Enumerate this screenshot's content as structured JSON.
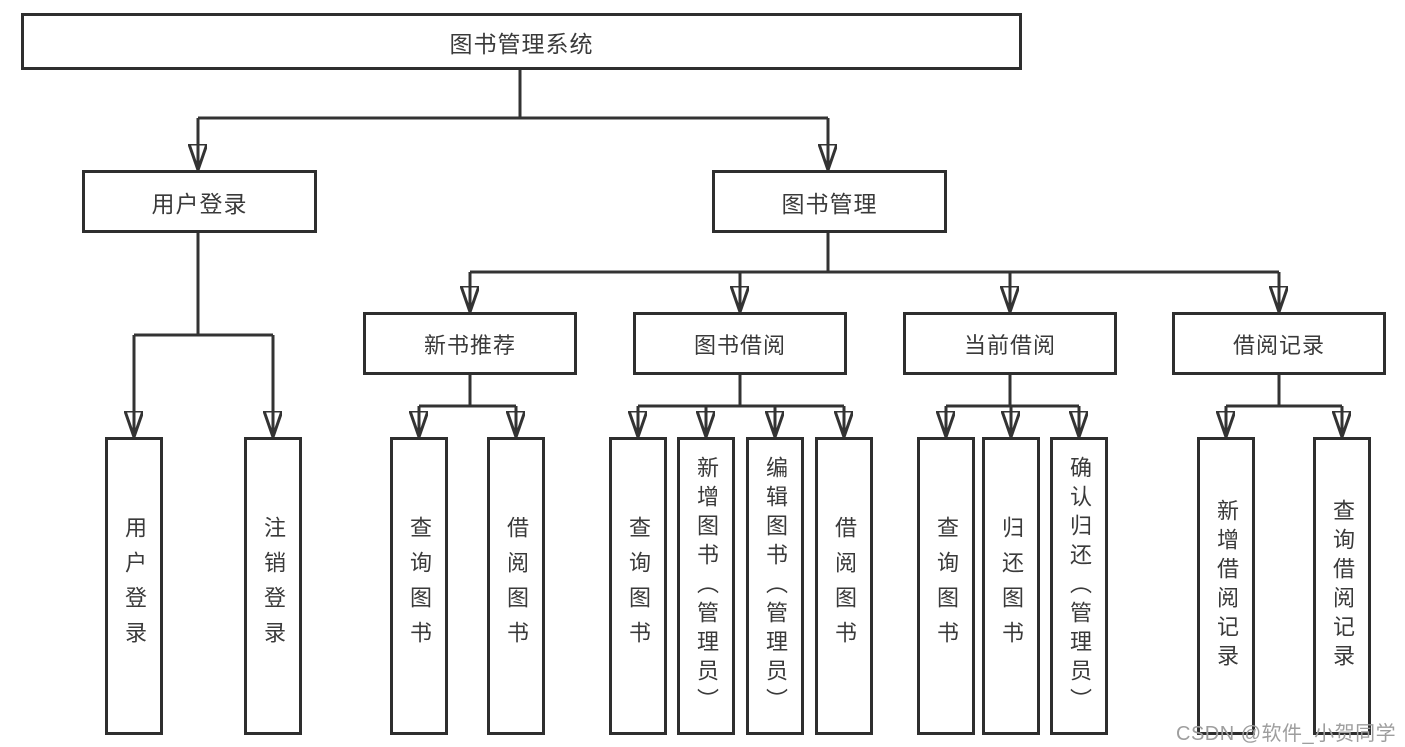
{
  "diagram": {
    "root": {
      "label": "图书管理系统"
    },
    "branches": [
      {
        "label": "用户登录",
        "children": [
          {
            "label": "用户登录"
          },
          {
            "label": "注销登录"
          }
        ]
      },
      {
        "label": "图书管理",
        "children": [
          {
            "label": "新书推荐",
            "children": [
              {
                "label": "查询图书"
              },
              {
                "label": "借阅图书"
              }
            ]
          },
          {
            "label": "图书借阅",
            "children": [
              {
                "label": "查询图书"
              },
              {
                "label": "新增图书（管理员）"
              },
              {
                "label": "编辑图书（管理员）"
              },
              {
                "label": "借阅图书"
              }
            ]
          },
          {
            "label": "当前借阅",
            "children": [
              {
                "label": "查询图书"
              },
              {
                "label": "归还图书"
              },
              {
                "label": "确认归还（管理员）"
              }
            ]
          },
          {
            "label": "借阅记录",
            "children": [
              {
                "label": "新增借阅记录"
              },
              {
                "label": "查询借阅记录"
              }
            ]
          }
        ]
      }
    ]
  },
  "watermark": {
    "text": "CSDN @软件_小贺同学"
  },
  "colors": {
    "line": "#333333",
    "border": "#2e2e2e",
    "text": "#3a3a3a",
    "watermark": "#9e9e9e",
    "background": "#ffffff"
  }
}
